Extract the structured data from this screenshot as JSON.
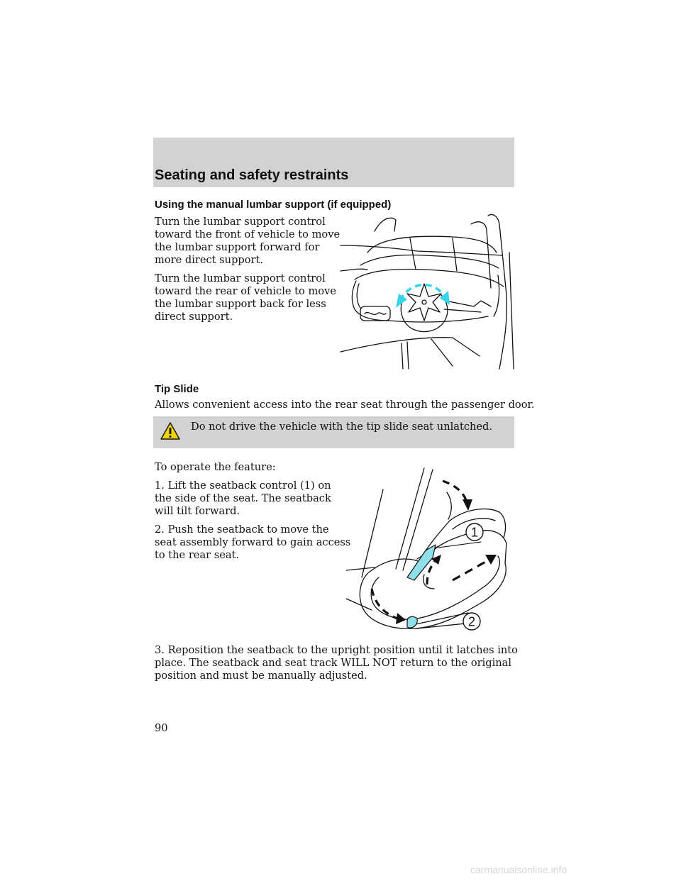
{
  "header": {
    "title": "Seating and safety restraints"
  },
  "lumbar": {
    "heading": "Using the manual lumbar support (if equipped)",
    "para1": [
      "Turn the lumbar support control",
      "toward the front of vehicle to move",
      "the lumbar support forward for",
      "more direct support."
    ],
    "para2": [
      "Turn the lumbar support control",
      "toward the rear of vehicle to move",
      "the lumbar support back for less",
      "direct support."
    ]
  },
  "tip_slide": {
    "heading": "Tip Slide",
    "intro": "Allows convenient access into the rear seat through the passenger door.",
    "warning": "Do not drive the vehicle with the tip slide seat unlatched.",
    "operate": "To operate the feature:",
    "step1": [
      "1. Lift the seatback control (1) on",
      "the side of the seat. The seatback",
      "will tilt forward."
    ],
    "step2": [
      "2. Push the seatback to move the",
      "seat assembly forward to gain access",
      "to the rear seat."
    ],
    "step3": [
      "3. Reposition the seatback to the upright position until it latches into",
      "place. The seatback and seat track WILL NOT return to the original",
      "position and must be manually adjusted."
    ],
    "callout1": "1",
    "callout2": "2"
  },
  "page_number": "90",
  "watermark": "carmanualsonline.info",
  "colors": {
    "header_bg": "#d2d2d2",
    "arrow_cyan": "#35d4ea",
    "lever_cyan": "#8fe0e8"
  }
}
